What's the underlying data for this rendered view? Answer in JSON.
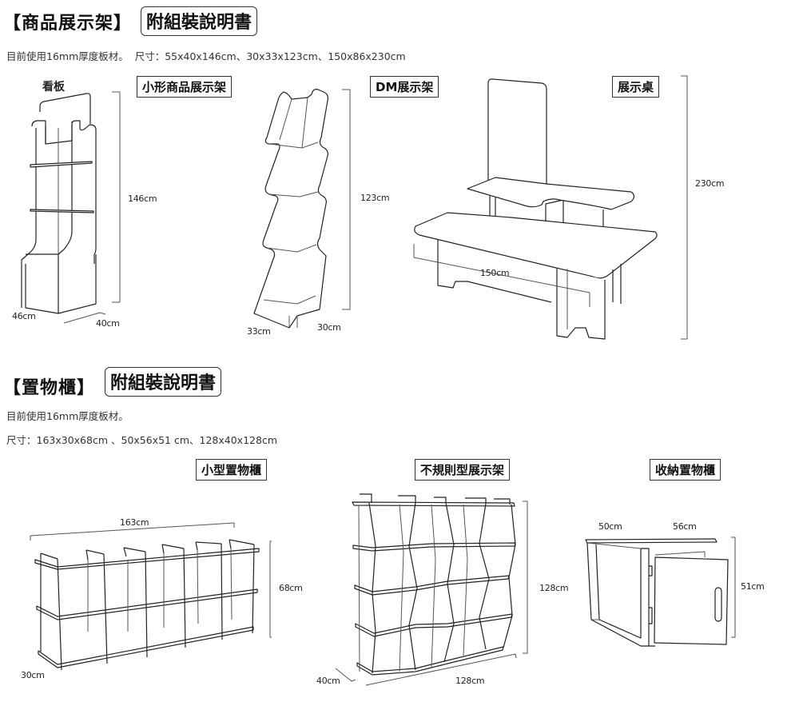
{
  "section1": {
    "title": "【商品展示架】",
    "manual_button": "附組裝說明書",
    "material_note": "目前使用16mm厚度板材。",
    "size_note": "尺寸：55x40x146cm、30x33x123cm、150x86x230cm",
    "products": [
      {
        "name": "看板",
        "dims": {
          "height": "146cm",
          "width": "46cm",
          "depth": "40cm"
        }
      },
      {
        "name": "小形商品展示架",
        "dims": {
          "height": "123cm",
          "width": "33cm",
          "depth": "30cm"
        }
      },
      {
        "name": "DM展示架",
        "dims": {}
      },
      {
        "name": "展示桌",
        "dims": {
          "height": "230cm",
          "width": "150cm"
        }
      }
    ]
  },
  "section2": {
    "title": "【置物櫃】",
    "manual_button": "附組裝說明書",
    "material_note": "目前使用16mm厚度板材。",
    "size_note": "尺寸：163x30x68cm 、50x56x51 cm、128x40x128cm",
    "products": [
      {
        "name": "小型置物櫃",
        "dims": {
          "width": "163cm",
          "height": "68cm",
          "depth": "30cm"
        }
      },
      {
        "name": "不規則型展示架",
        "dims": {
          "height": "128cm",
          "width": "128cm",
          "depth": "40cm"
        }
      },
      {
        "name": "收納置物櫃",
        "dims": {
          "width": "50cm",
          "depth": "56cm",
          "height": "51cm"
        }
      }
    ]
  }
}
